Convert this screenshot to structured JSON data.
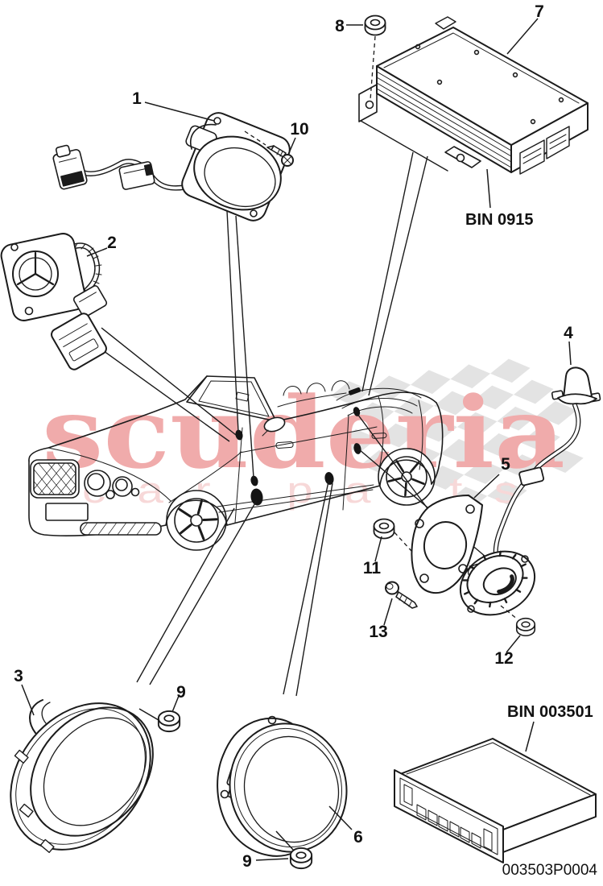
{
  "page": {
    "title": "Vehicle audio parts diagram",
    "drawing_number": "003503P0004",
    "bins": {
      "amplifier": "BIN 0915",
      "radio": "BIN 003501"
    },
    "watermark": {
      "brand": "scuderia",
      "tagline": "car parts"
    },
    "colors": {
      "line": "#1b1b1b",
      "marker": "#141414",
      "watermark_brand": "#f0abab",
      "watermark_tagline": "#f7d8d8",
      "flag": "#e3e3e3",
      "background": "#ffffff"
    },
    "callouts": [
      {
        "number": "1",
        "depicts": "door speaker with wiring harness"
      },
      {
        "number": "2",
        "depicts": "tweeter with bracket and connector"
      },
      {
        "number": "3",
        "depicts": "oval bass speaker"
      },
      {
        "number": "4",
        "depicts": "microphone with cable"
      },
      {
        "number": "5",
        "depicts": "speaker mounting bracket"
      },
      {
        "number": "6",
        "depicts": "round speaker"
      },
      {
        "number": "7",
        "depicts": "amplifier"
      },
      {
        "number": "8",
        "depicts": "cap nut"
      },
      {
        "number": "9",
        "depicts": "flange nut"
      },
      {
        "number": "9",
        "depicts": "flange nut"
      },
      {
        "number": "10",
        "depicts": "tapping screw"
      },
      {
        "number": "11",
        "depicts": "flange nut"
      },
      {
        "number": "12",
        "depicts": "flange nut"
      },
      {
        "number": "13",
        "depicts": "tapping screw"
      }
    ]
  }
}
